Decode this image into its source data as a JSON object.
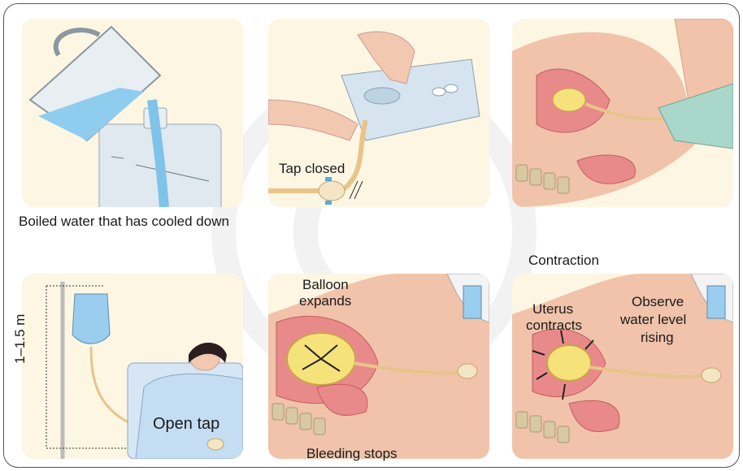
{
  "caption_water": "Boiled water that has cooled down",
  "label_tap_closed": "Tap closed",
  "label_contraction": "Contraction",
  "label_height": "1–1.5 m",
  "label_open_tap": "Open tap",
  "label_balloon_line1": "Balloon",
  "label_balloon_line2": "expands",
  "label_bleeding_stops": "Bleeding stops",
  "label_uterus_line1": "Uterus",
  "label_uterus_line2": "contracts",
  "label_observe_line1": "Observe",
  "label_observe_line2": "water level",
  "label_observe_line3": "rising",
  "colors": {
    "panel_bg": "#fdf6e3",
    "water": "#7fc3ea",
    "skin": "#f2c9b0",
    "uterus": "#e98a8a",
    "balloon": "#f5e27a",
    "tube": "#e9c48a",
    "gown": "#a9d7c9",
    "bone": "#d9c9a3"
  }
}
